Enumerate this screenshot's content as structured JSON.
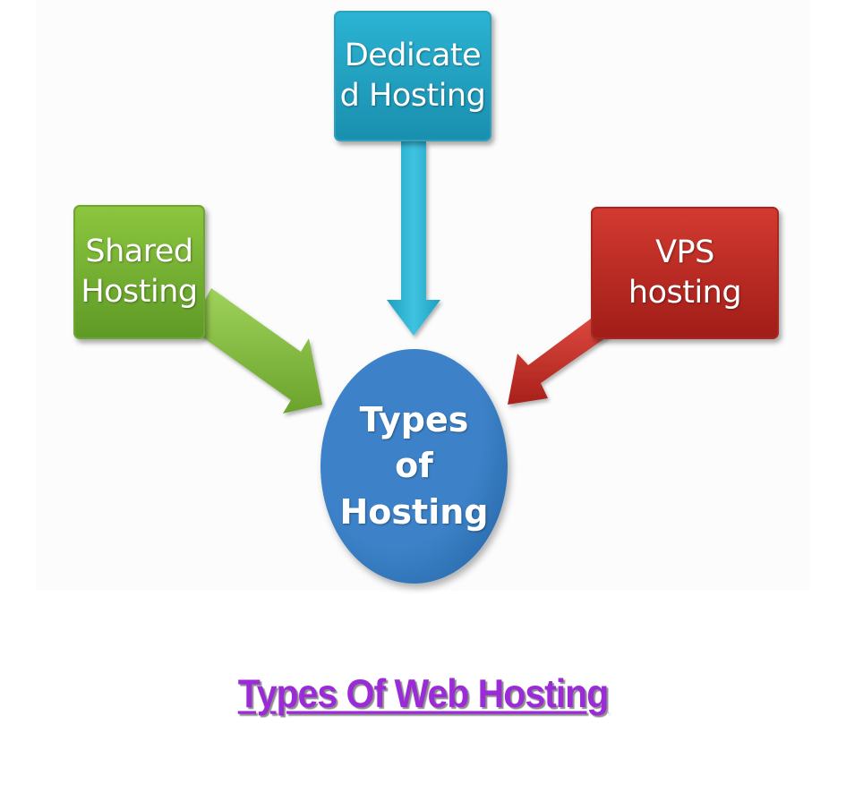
{
  "nodes": {
    "dedicated": {
      "label": "Dedicate\nd Hosting",
      "color": "#2bb3d3",
      "color_dark": "#1a8fae"
    },
    "shared": {
      "label": "Shared\nHosting",
      "color": "#8cc63f",
      "color_dark": "#5e9a26"
    },
    "vps": {
      "label": "VPS\nhosting",
      "color": "#d23a30",
      "color_dark": "#a11d18"
    },
    "center": {
      "label": "Types\nof\nHosting",
      "color": "#3d82c8",
      "color_dark": "#1f5f9f"
    }
  },
  "caption": {
    "text": "Types Of Web Hosting",
    "color": "#9b2bd6"
  }
}
